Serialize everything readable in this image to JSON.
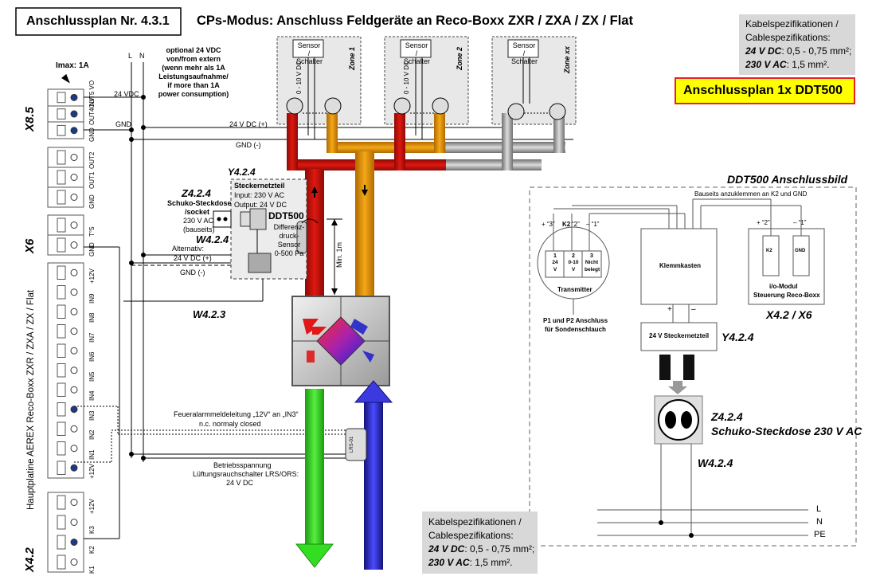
{
  "header": {
    "plan_number": "Anschlussplan Nr. 4.3.1",
    "title": "CPs-Modus: Anschluss Feldgeräte an Reco-Boxx ZXR / ZXA / ZX / Flat",
    "ddt_badge": "Anschlussplan 1x DDT500"
  },
  "cable_spec": {
    "line1": "Kabelspezifikationen /",
    "line2": "Cablespezifikations:",
    "dc_label": "24 V DC",
    "dc_value": ": 0,5 - 0,75 mm²;",
    "ac_label": "230 V AC",
    "ac_value": ": 1,5 mm²."
  },
  "board": {
    "vertical_label": "Hauptplatine AEREX Reco-Boxx  ZXR / ZXA / ZX / Flat",
    "x85": "X8.5",
    "x6": "X6",
    "x42": "X4.2",
    "imax": "Imax: 1A",
    "x85_pins": [
      "OUT5 VO",
      "OUT4 NV",
      "GND"
    ],
    "x6_top_pins": [
      "OUT2",
      "OUT1",
      "GND"
    ],
    "x6_pins": [
      "T°5",
      "GND"
    ],
    "in_pins": [
      "+12V",
      "IN9",
      "IN8",
      "IN7",
      "IN6",
      "IN5",
      "IN4",
      "IN3",
      "IN2",
      "IN1",
      "+12V"
    ],
    "x42_pins": [
      "+12V",
      "K3",
      "K2",
      "K1"
    ]
  },
  "wiring": {
    "n": "N",
    "l": "L",
    "vdc24": "24 VDC",
    "gnd": "GND",
    "optional": [
      "optional 24 VDC",
      "von/from extern",
      "(wenn mehr als 1A",
      "Leistungsaufnahme/",
      "if more than 1A",
      "power consumption)"
    ],
    "bus_24v": "24 V DC (+)",
    "bus_gnd": "GND (-)"
  },
  "zones": [
    {
      "name": "Zone 1",
      "sensor": "Sensor / Schalter",
      "signal": "0 - 10 V DC"
    },
    {
      "name": "Zone 2",
      "sensor": "Sensor / Schalter",
      "signal": "0 - 10 V DC"
    },
    {
      "name": "Zone xx",
      "sensor": "Sensor / Schalter"
    }
  ],
  "ddt_block": {
    "y424_top": "Y4.2.4",
    "psu_title": "Steckernetzteil",
    "psu_input": "Input: 230 V AC",
    "psu_output": "Output: 24 V DC",
    "z424": "Z4.2.4",
    "socket": "Schuko-Steckdose",
    "socket2": "/socket",
    "socket_v": "230 V AC",
    "socket_site": "(bauseits)",
    "w424": "W4.2.4",
    "alternativ": "Alternativ:",
    "alt_v": "24 V DC (+)",
    "alt_gnd": "GND (-)",
    "ddt_name": "DDT500",
    "ddt_desc": [
      "Differenz-",
      "druck-",
      "Sensor",
      "0-500 Pa"
    ],
    "min": "Min. 1m",
    "w423": "W4.2.3"
  },
  "fire": {
    "line1": "Feueralarmmeldeleitung „12V“ an „IN3“",
    "line2": "n.c. normaly closed",
    "lrs": "LRS-01",
    "supply1": "Betriebsspannung",
    "supply2": "Lüftungsrauchschalter LRS/ORS:",
    "supply3": "24 V DC"
  },
  "right_panel": {
    "title": "DDT500 Anschlussbild",
    "bauseits": "Bauseits anzuklemmen an K2 und GND",
    "transmitter_labels": [
      "+ “3”",
      "K2",
      "“2”",
      "– “1”"
    ],
    "transmitter_cols": [
      [
        "1",
        "24",
        "V"
      ],
      [
        "2",
        "0-10",
        "V"
      ],
      [
        "3",
        "Nicht",
        "belegt"
      ]
    ],
    "transmitter": "Transmitter",
    "p1p2": "P1 und P2 Anschluss",
    "p1p2b": "für Sondenschlauch",
    "klemmkasten": "Klemmkasten",
    "plus": "+",
    "minus": "–",
    "io_labels": [
      "+ “2”",
      "– “1”"
    ],
    "io_k2": "K2",
    "io_gnd": "GND",
    "io_title": "i/o-Modul",
    "io_sub": "Steuerung Reco-Boxx",
    "x426": "X4.2 / X6",
    "psu": "24 V Steckernetzteil",
    "y424": "Y4.2.4",
    "z424": "Z4.2.4",
    "socket": "Schuko-Steckdose 230 V AC",
    "w424": "W4.2.4",
    "l": "L",
    "n": "N",
    "pe": "PE"
  },
  "colors": {
    "supply_red": "#c8140c",
    "return_orange": "#e89a0c",
    "grey_duct": "#a8a8a8",
    "fresh_green": "#33dd22",
    "exhaust_blue": "#2a2ac8",
    "badge_yellow": "#ffff00",
    "badge_border": "#e8202a",
    "spec_bg": "#d8d8d8"
  }
}
